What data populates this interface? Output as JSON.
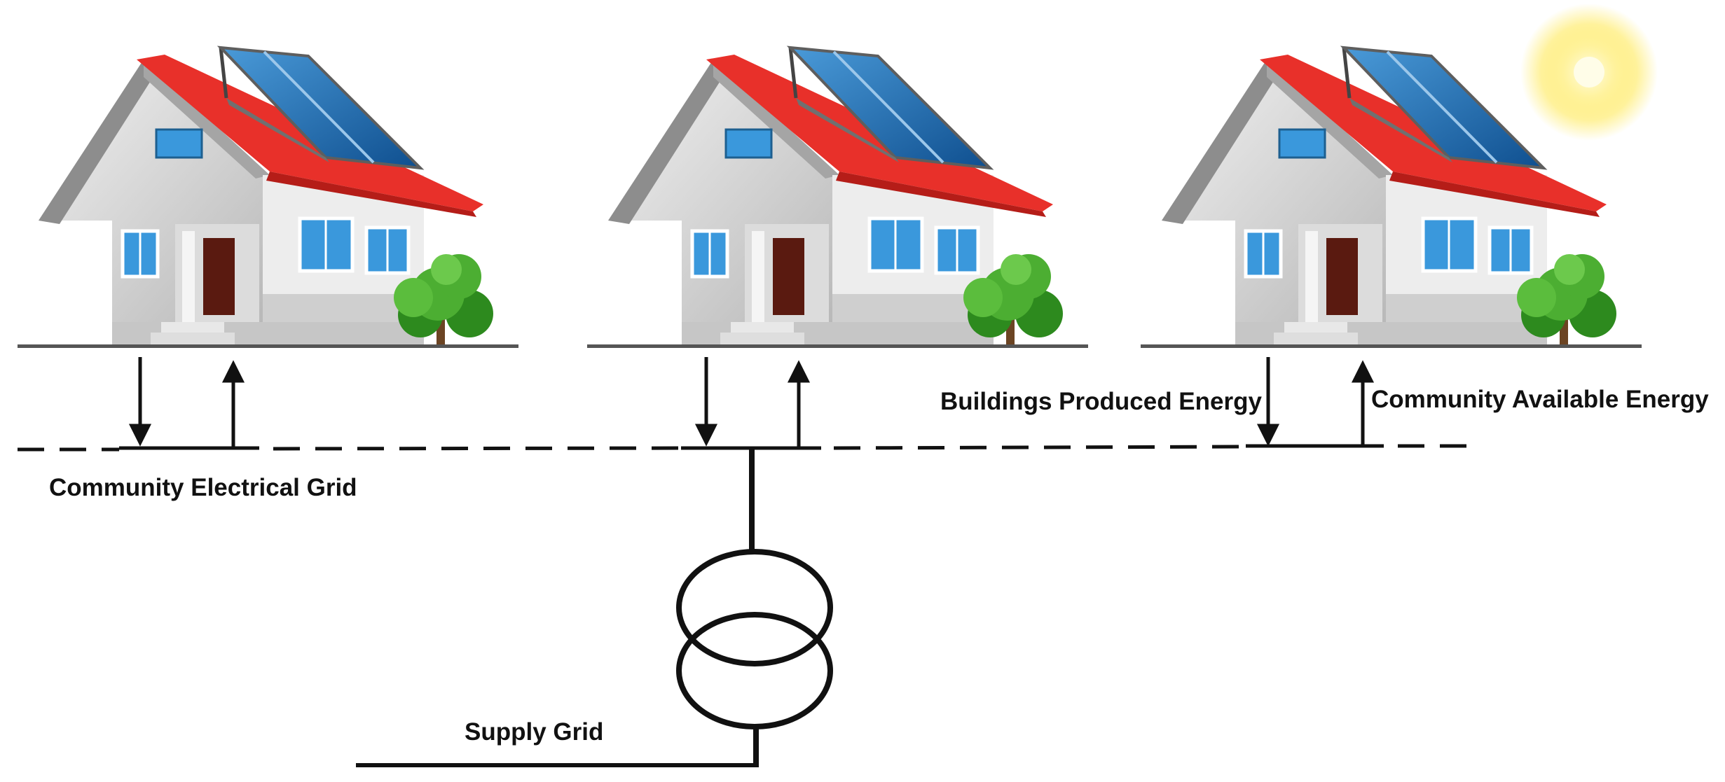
{
  "labels": {
    "community_grid": "Community Electrical Grid",
    "buildings_produced": "Buildings Produced Energy",
    "community_available": "Community Available Energy",
    "supply_grid": "Supply Grid"
  },
  "colors": {
    "roof": "#e8302a",
    "roof_edge": "#b51d18",
    "wall": "#ececec",
    "wall_shade": "#c9c9c9",
    "gable": "#dcdcdc",
    "gable_dark": "#8d8d8d",
    "panel": "#1a64a8",
    "panel_light": "#3b8ad0",
    "window": "#3a98dc",
    "door": "#5a1a10",
    "tree": "#4cae32",
    "tree_dark": "#2d8a1e",
    "trunk": "#6b4423",
    "line": "#111111",
    "sun": "#ffe74a"
  },
  "houses": [
    {
      "id": "house-1"
    },
    {
      "id": "house-2"
    },
    {
      "id": "house-3"
    }
  ],
  "icons": {
    "house": "house-with-solar-panels-icon",
    "sun": "sun-icon",
    "transformer": "transformer-icon"
  }
}
